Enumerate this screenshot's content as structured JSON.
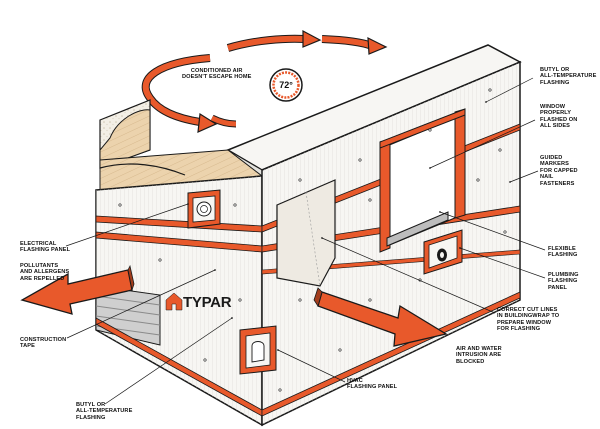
{
  "brand": {
    "logo_text": "TYPAR"
  },
  "thermostat": {
    "reading": "72°"
  },
  "labels": {
    "conditioned_air": [
      "CONDITIONED AIR",
      "DOESN'T ESCAPE HOME"
    ],
    "butyl_top": [
      "BUTYL OR",
      "ALL-TEMPERATURE",
      "FLASHING"
    ],
    "window_flashed": [
      "WINDOW",
      "PROPERLY",
      "FLASHED ON",
      "ALL SIDES"
    ],
    "guided_markers": [
      "GUIDED",
      "MARKERS",
      "FOR CAPPED",
      "NAIL",
      "FASTENERS"
    ],
    "flexible_flashing": [
      "FLEXIBLE",
      "FLASHING"
    ],
    "plumbing_panel": [
      "PLUMBING",
      "FLASHING",
      "PANEL"
    ],
    "correct_cut": [
      "CORRECT CUT LINES",
      "IN BUILDINGWRAP TO",
      "PREPARE WINDOW",
      "FOR FLASHING"
    ],
    "air_water": [
      "AIR AND WATER",
      "INTRUSION ARE",
      "BLOCKED"
    ],
    "hvac_panel": [
      "HVAC",
      "FLASHING PANEL"
    ],
    "butyl_bottom": [
      "BUTYL OR",
      "ALL-TEMPERATURE",
      "FLASHING"
    ],
    "construction_tape": [
      "CONSTRUCTION",
      "TAPE"
    ],
    "pollutants": [
      "POLLUTANTS",
      "AND ALLERGENS",
      "ARE REPELLED"
    ],
    "electrical_panel": [
      "ELECTRICAL",
      "FLASHING PANEL"
    ]
  },
  "colors": {
    "accent_orange": "#e8592b",
    "outline": "#1a1a1a",
    "wall": "#f7f6f3",
    "shadow_wall": "#e4e3de",
    "wood": "#e9cfa8"
  }
}
